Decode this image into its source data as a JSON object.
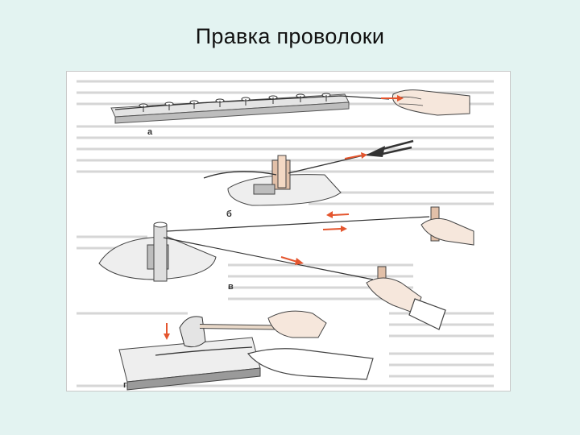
{
  "slide": {
    "title": "Правка проволоки"
  },
  "figure": {
    "panel_labels": [
      "а",
      "б",
      "в",
      "г"
    ]
  },
  "colors": {
    "background": "#e3f3f1",
    "board": "#d9d9d9",
    "accent_arrow": "#e4552e",
    "skin": "#f6e7dc",
    "glove": "#ffffff"
  }
}
